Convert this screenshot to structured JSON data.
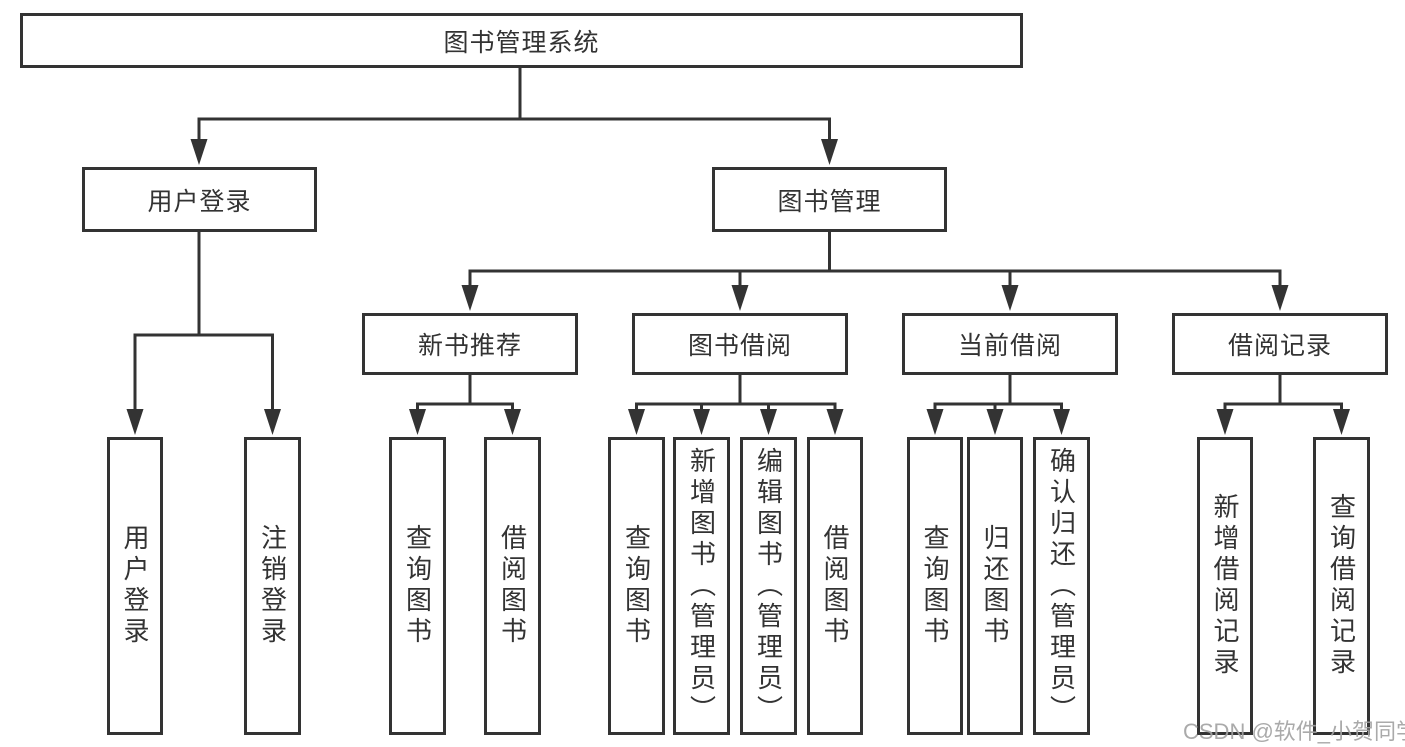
{
  "tree": {
    "root": {
      "label": "图书管理系统"
    },
    "branches": [
      {
        "label": "用户登录",
        "children": [
          {
            "label": "用户登录"
          },
          {
            "label": "注销登录"
          }
        ]
      },
      {
        "label": "图书管理",
        "children": [
          {
            "label": "新书推荐",
            "children": [
              {
                "label": "查询图书"
              },
              {
                "label": "借阅图书"
              }
            ]
          },
          {
            "label": "图书借阅",
            "children": [
              {
                "label": "查询图书"
              },
              {
                "label": "新增图书（管理员）"
              },
              {
                "label": "编辑图书（管理员）"
              },
              {
                "label": "借阅图书"
              }
            ]
          },
          {
            "label": "当前借阅",
            "children": [
              {
                "label": "查询图书"
              },
              {
                "label": "归还图书"
              },
              {
                "label": "确认归还（管理员）"
              }
            ]
          },
          {
            "label": "借阅记录",
            "children": [
              {
                "label": "新增借阅记录"
              },
              {
                "label": "查询借阅记录"
              }
            ]
          }
        ]
      }
    ]
  },
  "watermark": "CSDN @软件_小贺同学",
  "colors": {
    "line": "#333333",
    "text": "#333333",
    "background": "#ffffff",
    "watermark": "#a3a3a3"
  }
}
